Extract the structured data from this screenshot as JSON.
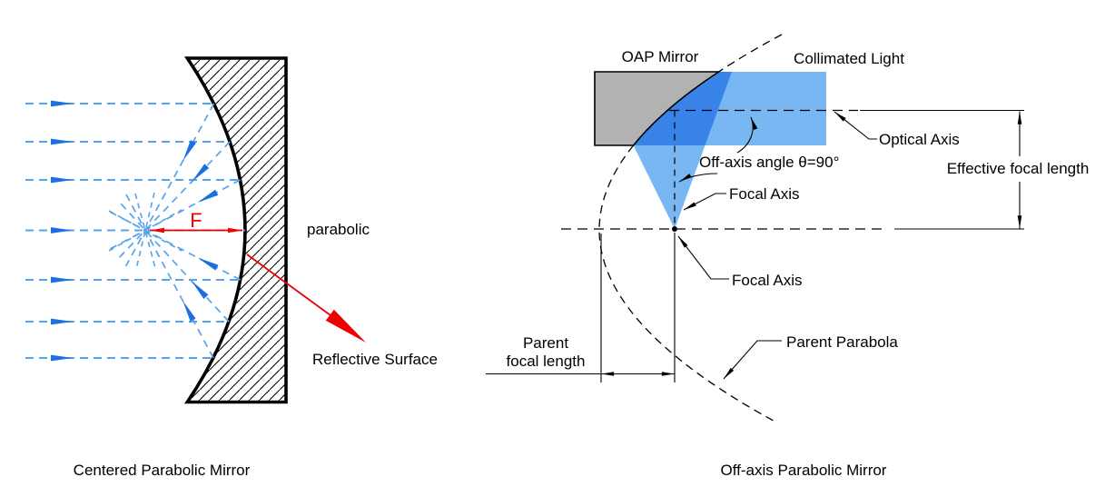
{
  "left_diagram": {
    "caption": "Centered Parabolic Mirror",
    "labels": {
      "focal_distance": "F",
      "parabolic": "parabolic",
      "reflective_surface": "Reflective Surface"
    }
  },
  "right_diagram": {
    "caption": "Off-axis Parabolic Mirror",
    "labels": {
      "oap_mirror": "OAP Mirror",
      "collimated_light": "Collimated Light",
      "optical_axis": "Optical Axis",
      "off_axis_angle": "Off-axis angle θ=90°",
      "focal_axis_upper": "Focal Axis",
      "focal_axis_lower": "Focal Axis",
      "effective_focal_length": "Effective focal length",
      "parent_focal_length_line1": "Parent",
      "parent_focal_length_line2": "focal length",
      "parent_parabola": "Parent Parabola"
    }
  },
  "colors": {
    "ray_blue": "#55A4EA",
    "arrow_blue": "#1B6FE0",
    "beam_light_blue": "#79B7F3",
    "beam_dark_blue": "#3883E8",
    "mirror_gray": "#B2B2B2",
    "annotation_red": "#EE0000",
    "line_black": "#000000"
  }
}
